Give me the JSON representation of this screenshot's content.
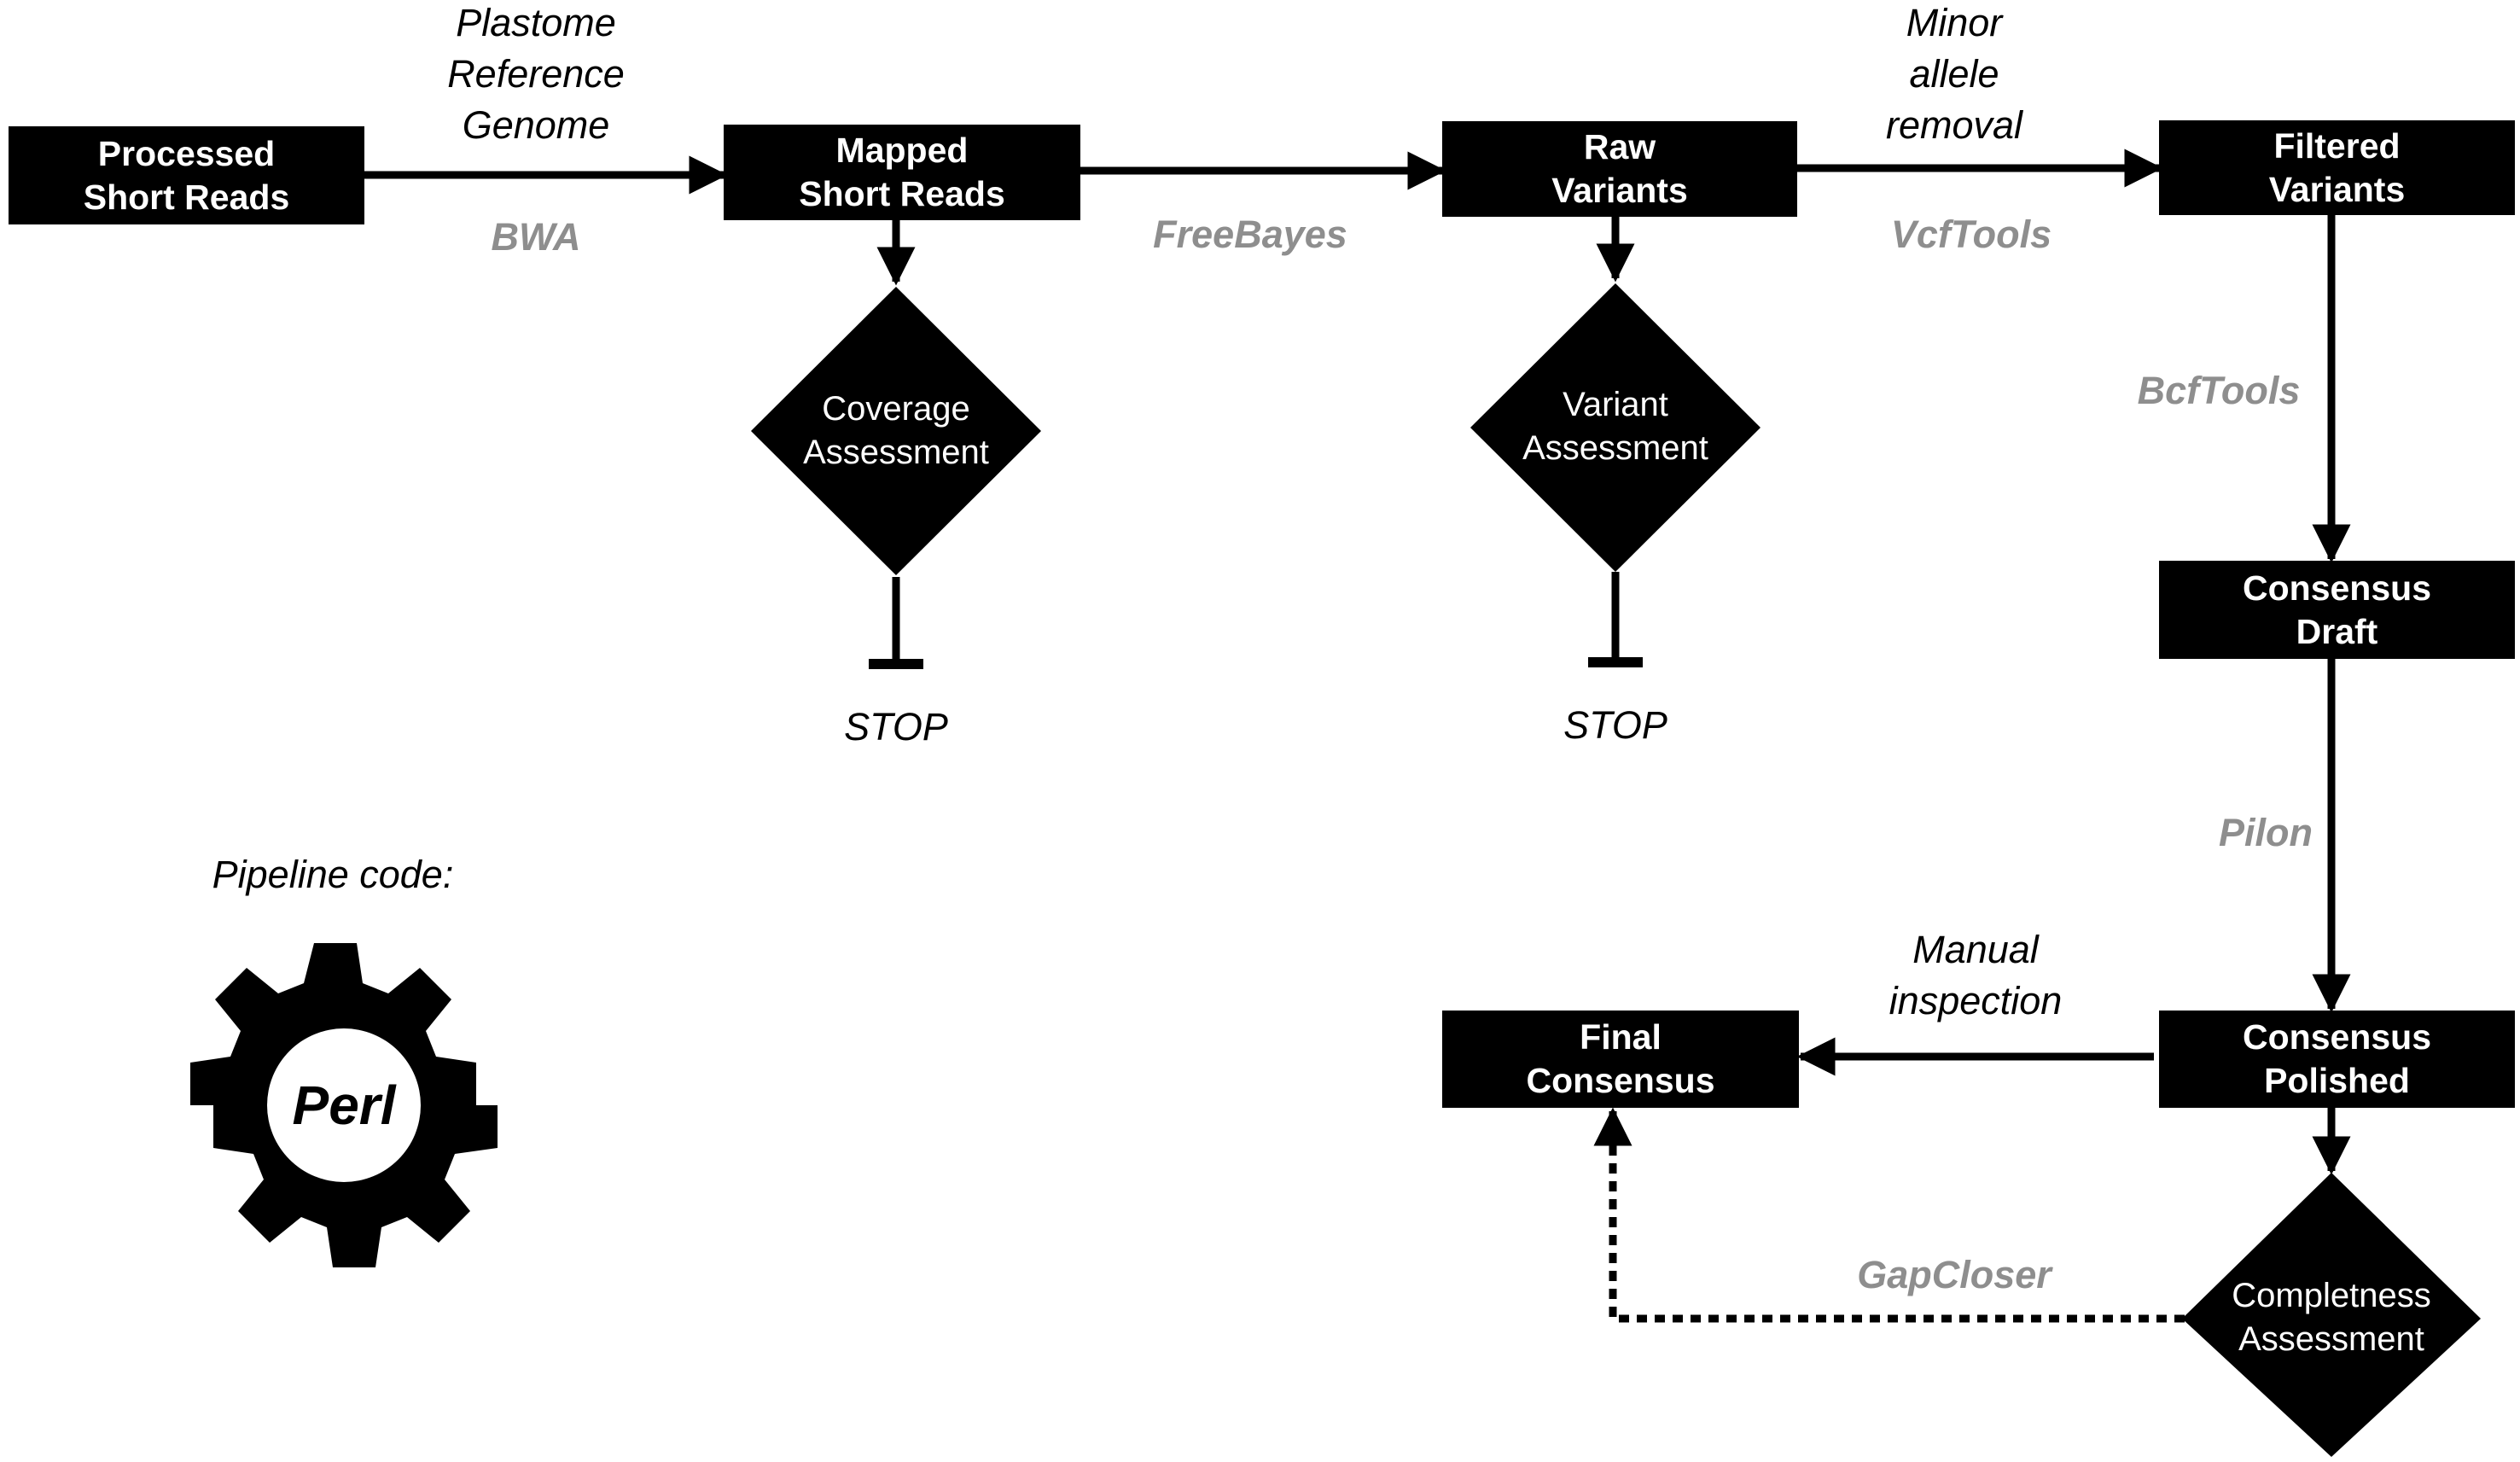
{
  "nodes": {
    "processed_short_reads": [
      "Processed",
      "Short Reads"
    ],
    "mapped_short_reads": [
      "Mapped",
      "Short Reads"
    ],
    "raw_variants": [
      "Raw",
      "Variants"
    ],
    "filtered_variants": [
      "Filtered",
      "Variants"
    ],
    "consensus_draft": [
      "Consensus",
      "Draft"
    ],
    "consensus_polished": [
      "Consensus",
      "Polished"
    ],
    "final_consensus": [
      "Final",
      "Consensus"
    ]
  },
  "decisions": {
    "coverage_assessment": [
      "Coverage",
      "Assessment"
    ],
    "variant_assessment": [
      "Variant",
      "Assessment"
    ],
    "completness_assessment": [
      "Completness",
      "Assessment"
    ]
  },
  "edge_labels": {
    "plastome_reference_genome": [
      "Plastome",
      "Reference",
      "Genome"
    ],
    "minor_allele_removal": [
      "Minor",
      "allele",
      "removal"
    ],
    "manual_inspection": [
      "Manual",
      "inspection"
    ]
  },
  "tools": {
    "bwa": "BWA",
    "freebayes": "FreeBayes",
    "vcftools": "VcfTools",
    "bcftools": "BcfTools",
    "pilon": "Pilon",
    "gapcloser": "GapCloser"
  },
  "stops": {
    "stop_coverage": "STOP",
    "stop_variant": "STOP"
  },
  "pipeline": {
    "caption": "Pipeline code:",
    "language": "Perl"
  },
  "colors": {
    "node_fill": "#000000",
    "node_text": "#ffffff",
    "tool_text": "#8e8e8e",
    "label_text": "#000000"
  }
}
